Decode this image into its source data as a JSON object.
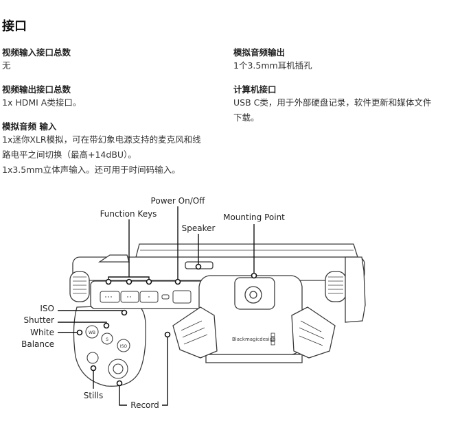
{
  "section": {
    "title": "接口"
  },
  "specs": {
    "video_in_label": "视频输入接口总数",
    "video_in_value": "无",
    "video_out_label": "视频输出接口总数",
    "video_out_value": "1x HDMI A类接口。",
    "analog_in_label": "模拟音频 输入",
    "analog_in_line1": "1x迷你XLR模拟，可在带幻象电源支持的麦克风和线",
    "analog_in_line2": "路电平之间切换（最高+14dBU）。",
    "analog_in_line3": "1x3.5mm立体声输入。还可用于时间码输入。",
    "analog_out_label": "模拟音频输出",
    "analog_out_value": "1个3.5mm耳机插孔",
    "computer_label": "计算机接口",
    "computer_line1": "USB C类，用于外部硬盘记录，软件更新和媒体文件",
    "computer_line2": "下载。"
  },
  "diagram": {
    "callouts": {
      "power": "Power On/Off",
      "function_keys": "Function Keys",
      "speaker": "Speaker",
      "mounting": "Mounting Point",
      "iso": "ISO",
      "shutter": "Shutter",
      "white": "White",
      "balance": "Balance",
      "stills": "Stills",
      "record": "Record"
    },
    "brand": "Blackmagicdesign",
    "buttons": {
      "wb": "WB",
      "s": "S",
      "iso": "ISO"
    }
  }
}
